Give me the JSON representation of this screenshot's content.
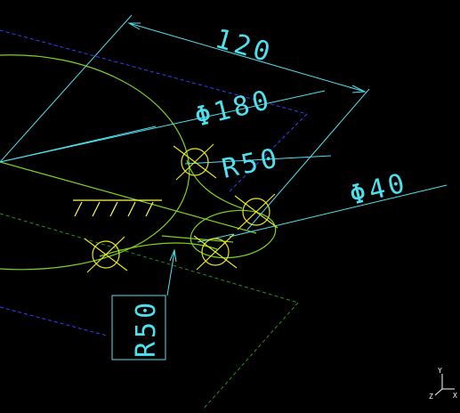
{
  "colors": {
    "background": "#000000",
    "dimension": "#4ee0ee",
    "geometry": "#7ed321",
    "hidden_line": "#2b45ff",
    "centerline_green": "#2a8a2a",
    "marker": "#e8e81e",
    "hatch": "#ffff55",
    "axis": "#ffffff"
  },
  "dimensions": {
    "length": "120",
    "outer_diameter": "Φ180",
    "radius_upper": "R50",
    "hole_diameter": "Φ40",
    "radius_lower": "R50"
  },
  "axis_triad": {
    "x": "X",
    "y": "Y",
    "z": "Z"
  }
}
